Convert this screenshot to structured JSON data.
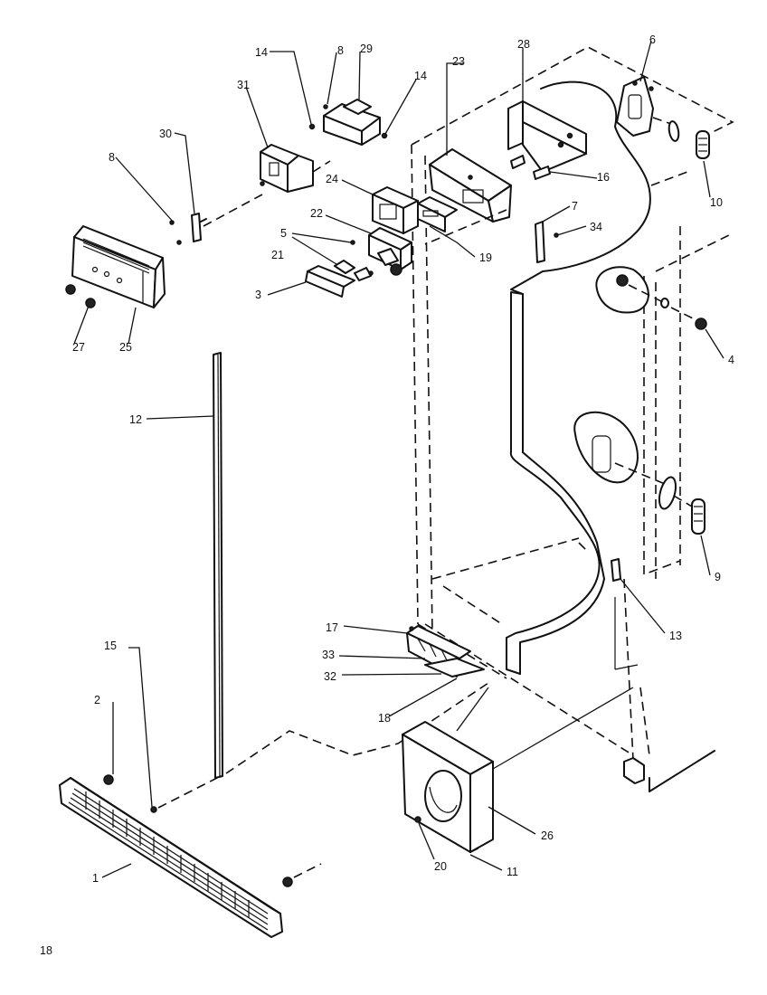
{
  "diagram": {
    "callouts": [
      "1",
      "2",
      "3",
      "4",
      "5",
      "6",
      "7",
      "8",
      "8",
      "9",
      "10",
      "11",
      "12",
      "13",
      "14",
      "14",
      "15",
      "16",
      "17",
      "18",
      "19",
      "20",
      "21",
      "22",
      "23",
      "24",
      "25",
      "26",
      "27",
      "28",
      "29",
      "30",
      "31",
      "32",
      "33",
      "34"
    ],
    "page_number": "18"
  }
}
